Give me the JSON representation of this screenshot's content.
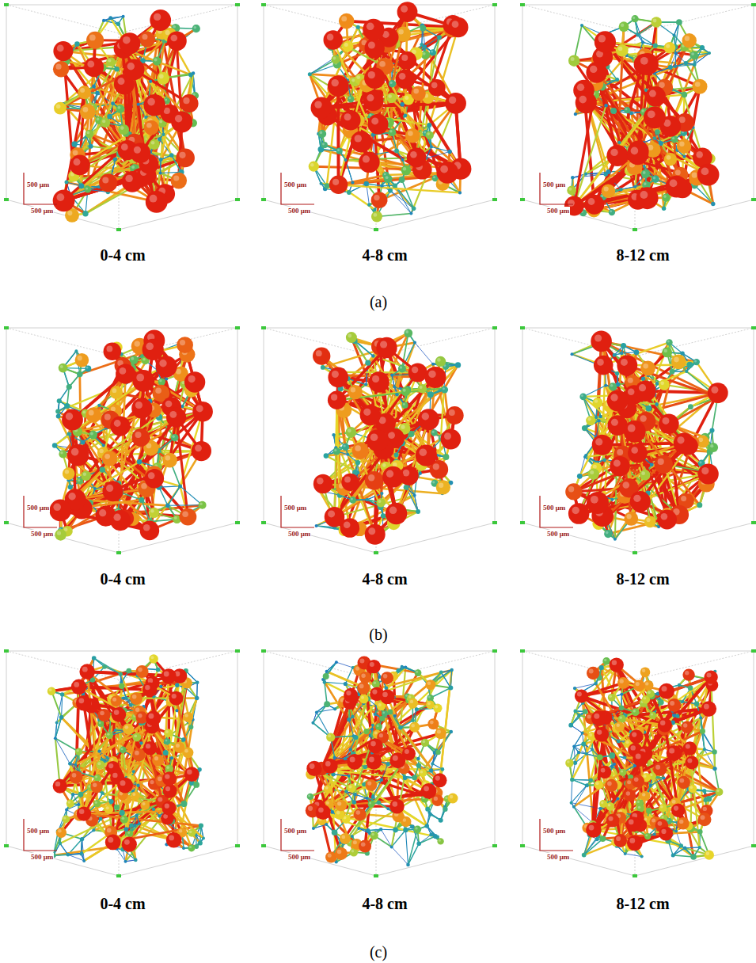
{
  "diagram": {
    "labels": [
      "500 μm",
      "500 μm",
      "500 μm",
      "500 μm",
      "500 μm",
      "500 μm",
      "0-4 cm",
      "4-8 cm",
      "8-12 cm",
      "(a)",
      "500 μm",
      "500 μm",
      "500 μm",
      "500 μm",
      "500 μm",
      "500 μm",
      "0-4 cm",
      "4-8 cm",
      "8-12 cm",
      "(b)",
      "500 μm",
      "500 μm",
      "500 μm",
      "500 μm",
      "500 μm",
      "500 μm",
      "0-4 cm",
      "4-8 cm",
      "8-12 cm",
      "(c)"
    ]
  }
}
